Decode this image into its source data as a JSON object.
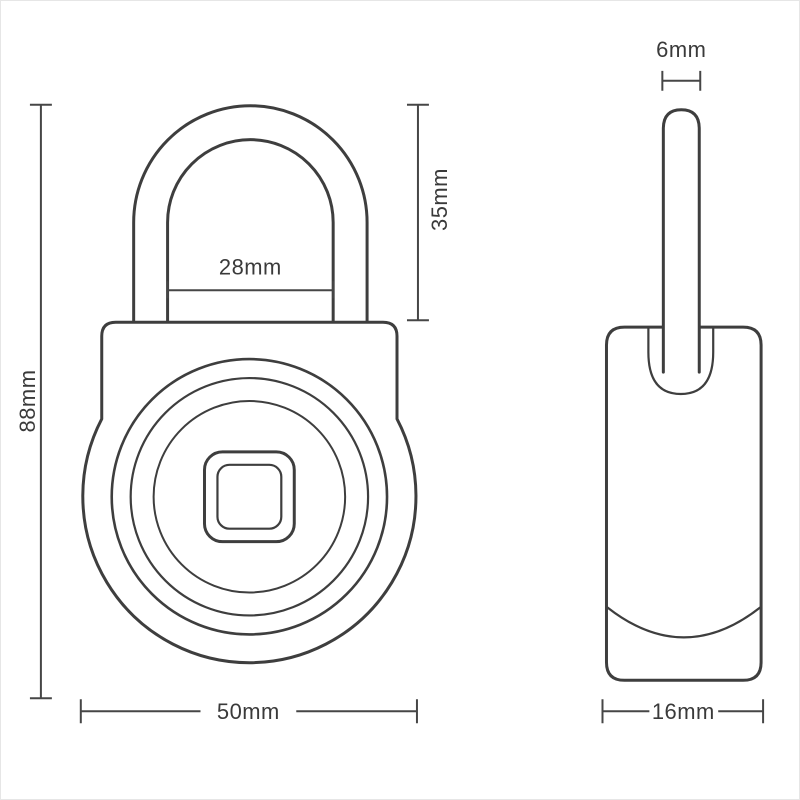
{
  "diagram": {
    "subject": "fingerprint-padlock-dimension-drawing",
    "views": {
      "front_label": "front-view",
      "side_label": "side-view"
    },
    "dimensions": {
      "body_height": "88mm",
      "body_width": "50mm",
      "shackle_inner_width": "28mm",
      "shackle_height": "35mm",
      "shackle_diameter": "6mm",
      "body_thickness": "16mm"
    },
    "colors": {
      "line": "#3e3e3e",
      "text": "#3a3a3a",
      "background": "#ffffff"
    }
  }
}
